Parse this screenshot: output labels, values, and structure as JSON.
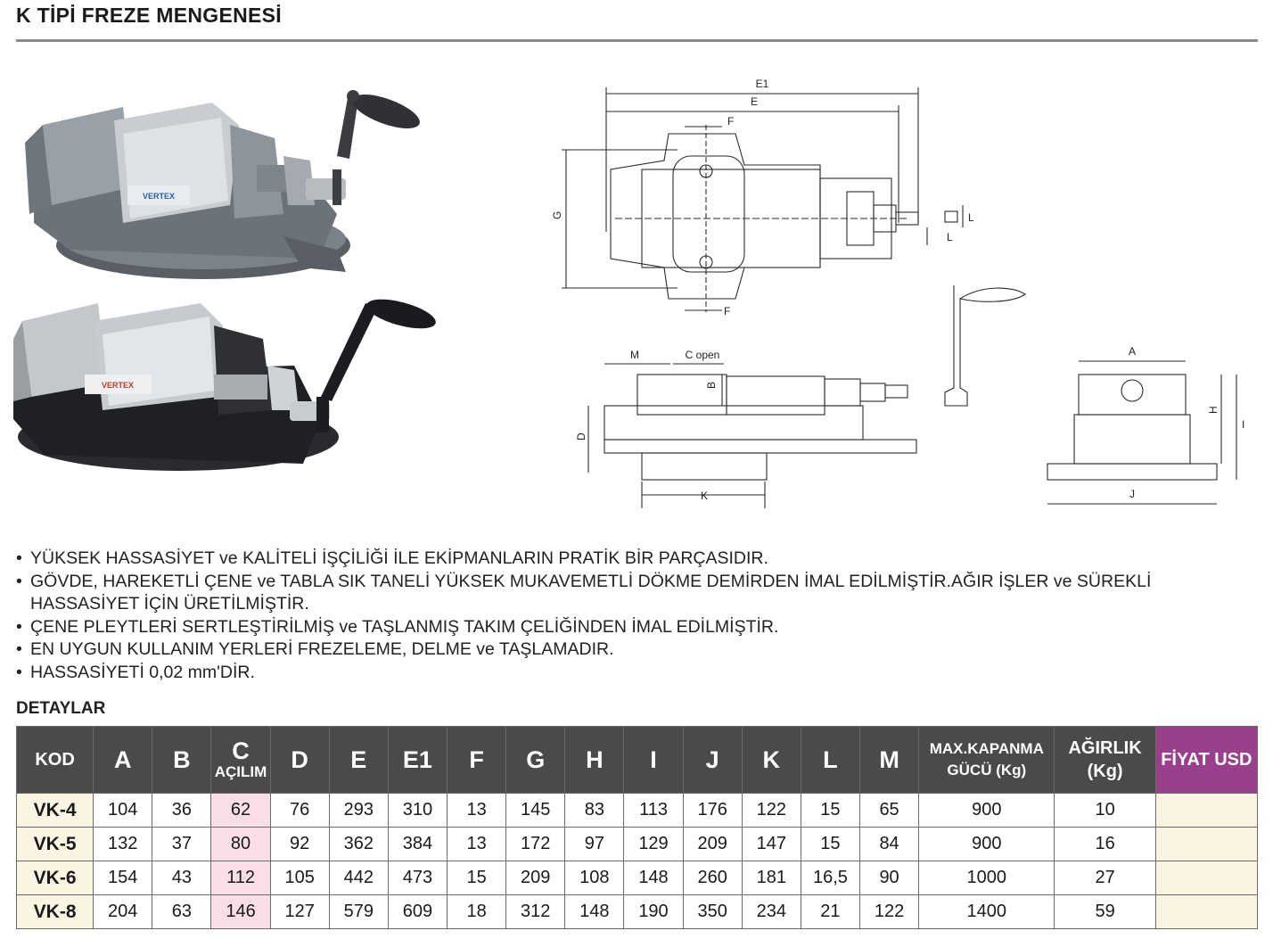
{
  "page": {
    "title": "K TİPİ FREZE MENGENESİ",
    "details_heading": "DETAYLAR"
  },
  "features": [
    "YÜKSEK HASSASİYET ve KALİTELİ İŞÇİLİĞİ İLE EKİPMANLARIN PRATİK BİR PARÇASIDIR.",
    "GÖVDE, HAREKETLİ ÇENE ve TABLA SIK TANELİ YÜKSEK MUKAVEMETLİ DÖKME DEMİRDEN İMAL EDİLMİŞTİR.AĞIR İŞLER ve SÜREKLİ HASSASİYET İÇİN ÜRETİLMİŞTİR.",
    "ÇENE PLEYTLERİ SERTLEŞTİRİLMİŞ ve TAŞLANMIŞ TAKIM ÇELİĞİNDEN İMAL EDİLMİŞTİR.",
    "EN UYGUN KULLANIM YERLERİ FREZELEME, DELME ve TAŞLAMADIR.",
    "HASSASİYETİ 0,02 mm'DİR."
  ],
  "drawing_labels": {
    "e1": "E1",
    "e": "E",
    "f_top": "F",
    "f_bottom": "F",
    "g": "G",
    "l_a": "L",
    "l_b": "L",
    "m": "M",
    "c_open": "C open",
    "b": "B",
    "d": "D",
    "k": "K",
    "a": "A",
    "h": "H",
    "i": "I",
    "j": "J"
  },
  "photo_brand": "VERTEX",
  "table": {
    "headers": {
      "kod": "KOD",
      "a": "A",
      "b": "B",
      "c": "C",
      "c_sub": "AÇILIM",
      "d": "D",
      "e": "E",
      "e1": "E1",
      "f": "F",
      "g": "G",
      "h": "H",
      "i": "I",
      "j": "J",
      "k": "K",
      "l": "L",
      "m": "M",
      "max_line1": "MAX.KAPANMA",
      "max_line2": "GÜCÜ (Kg)",
      "w_line1": "AĞIRLIK",
      "w_line2": "(Kg)",
      "price": "FİYAT USD"
    },
    "rows": [
      [
        "VK-4",
        "104",
        "36",
        "62",
        "76",
        "293",
        "310",
        "13",
        "145",
        "83",
        "113",
        "176",
        "122",
        "15",
        "65",
        "900",
        "10",
        ""
      ],
      [
        "VK-5",
        "132",
        "37",
        "80",
        "92",
        "362",
        "384",
        "13",
        "172",
        "97",
        "129",
        "209",
        "147",
        "15",
        "84",
        "900",
        "16",
        ""
      ],
      [
        "VK-6",
        "154",
        "43",
        "112",
        "105",
        "442",
        "473",
        "15",
        "209",
        "108",
        "148",
        "260",
        "181",
        "16,5",
        "90",
        "1000",
        "27",
        ""
      ],
      [
        "VK-8",
        "204",
        "63",
        "146",
        "127",
        "579",
        "609",
        "18",
        "312",
        "148",
        "190",
        "350",
        "234",
        "21",
        "122",
        "1400",
        "59",
        ""
      ]
    ]
  },
  "colors": {
    "header_bg": "#4a4a4a",
    "price_header_bg": "#9a3f8c",
    "kod_cell_bg": "#fbf4e2",
    "c_cell_bg": "#f9dde7",
    "rule": "#8a8a8a"
  }
}
